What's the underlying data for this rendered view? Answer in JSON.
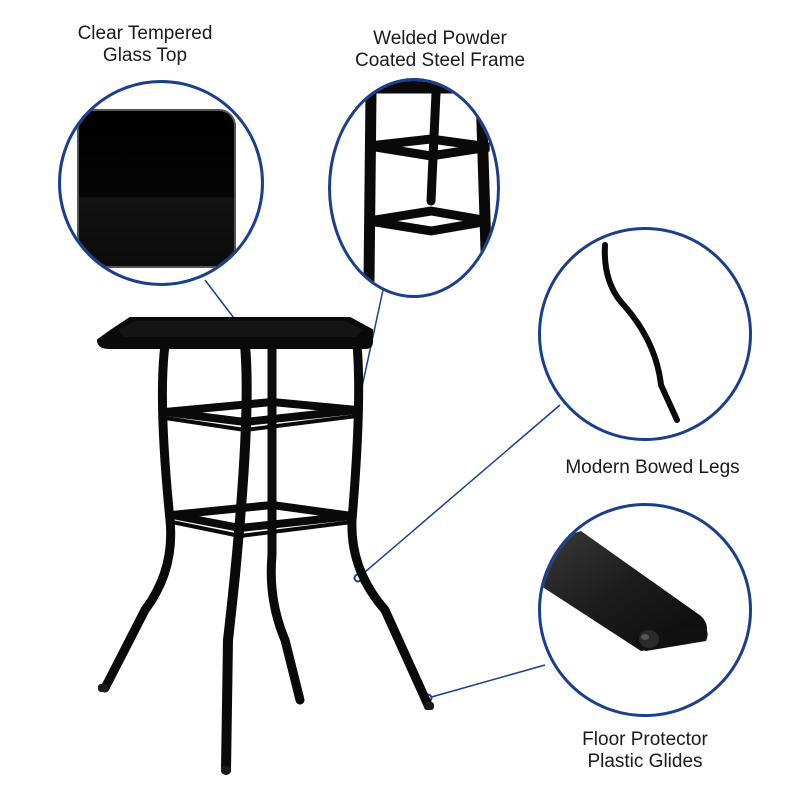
{
  "features": [
    {
      "id": "glass-top",
      "lines": [
        "Clear Tempered",
        "Glass Top"
      ]
    },
    {
      "id": "steel-frame",
      "lines": [
        "Welded Powder",
        "Coated Steel Frame"
      ]
    },
    {
      "id": "bowed-legs",
      "lines": [
        "Modern Bowed Legs"
      ]
    },
    {
      "id": "plastic-glides",
      "lines": [
        "Floor Protector",
        "Plastic Glides"
      ]
    }
  ],
  "colors": {
    "callout_border": "#1a3f8c",
    "product": "#0a0a0a",
    "text": "#1a1a1a"
  }
}
